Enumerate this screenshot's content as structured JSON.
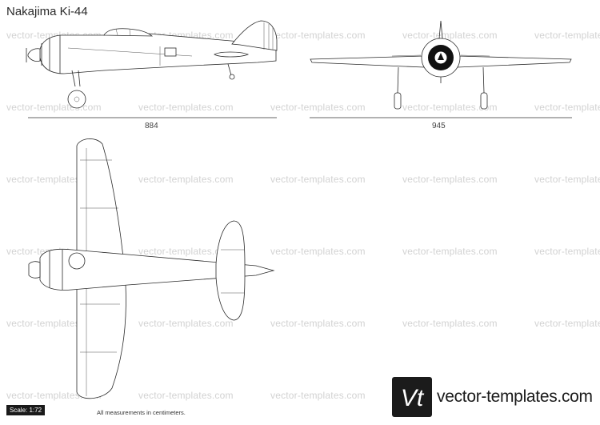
{
  "title": "Nakajima Ki-44",
  "watermark_text": "vector-templates.com",
  "dimensions": {
    "side_view_length": "884",
    "front_view_span": "945"
  },
  "scale_label": "Scale: 1:72",
  "measurement_note": "All measurements in centimeters.",
  "logo": {
    "mark": "Vt",
    "text": "vector-templates.com",
    "color": "#1b1b1b"
  },
  "icons": [
    "vt-logo-icon"
  ]
}
